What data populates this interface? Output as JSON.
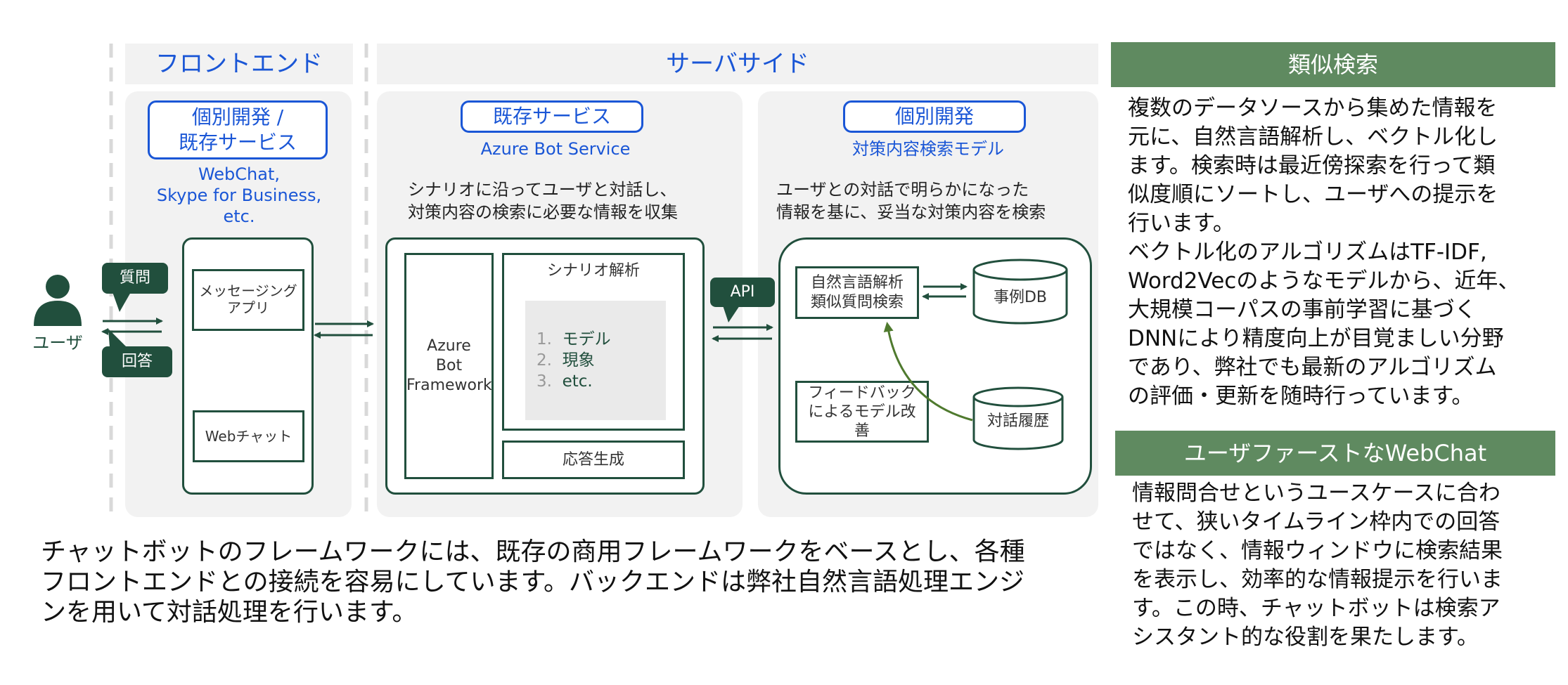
{
  "headers": {
    "frontend": "フロントエンド",
    "serverside": "サーバサイド"
  },
  "frontend": {
    "box_label": "個別開発 /\n既存サービス",
    "box_line1": "個別開発 /",
    "box_line2": "既存サービス",
    "products_line1": "WebChat,",
    "products_line2": "Skype for Business,",
    "products_line3": "etc.",
    "messaging_app_line1": "メッセージング",
    "messaging_app_line2": "アプリ",
    "webchat": "Webチャット"
  },
  "user": {
    "label": "ユーザ",
    "question": "質問",
    "answer": "回答"
  },
  "bot": {
    "box_label": "既存サービス",
    "service_name": "Azure Bot Service",
    "desc_line1": "シナリオに沿ってユーザと対話し、",
    "desc_line2": "対策内容の検索に必要な情報を収集",
    "framework_line1": "Azure",
    "framework_line2": "Bot",
    "framework_line3": "Framework",
    "scenario_title": "シナリオ解析",
    "scenario_items": [
      "モデル",
      "現象",
      "etc."
    ],
    "scenario_numbers": [
      "1.",
      "2.",
      "3."
    ],
    "response": "応答生成",
    "api": "API"
  },
  "search": {
    "box_label": "個別開発",
    "model_name": "対策内容検索モデル",
    "desc_line1": "ユーザとの対話で明らかになった",
    "desc_line2": "情報を基に、妥当な対策内容を検索",
    "nlp_line1": "自然言語解析",
    "nlp_line2": "類似質問検索",
    "case_db": "事例DB",
    "feedback_line1": "フィードバック",
    "feedback_line2": "によるモデル改",
    "feedback_line3": "善",
    "history": "対話履歴"
  },
  "bottom_text": {
    "line1": "チャットボットのフレームワークには、既存の商用フレームワークをベースとし、各種",
    "line2": "フロントエンドとの接続を容易にしています。バックエンドは弊社自然言語処理エンジ",
    "line3": "ンを用いて対話処理を行います。"
  },
  "right_panel": {
    "similar_title": "類似検索",
    "similar_lines": [
      "複数のデータソースから集めた情報を",
      "元に、自然言語解析し、ベクトル化し",
      "ます。検索時は最近傍探索を行って類",
      "似度順にソートし、ユーザへの提示を",
      "行います。",
      "ベクトル化のアルゴリズムはTF-IDF,",
      "Word2Vecのようなモデルから、近年、",
      "大規模コーパスの事前学習に基づく",
      "DNNにより精度向上が目覚ましい分野",
      "であり、弊社でも最新のアルゴリズム",
      "の評価・更新を随時行っています。"
    ],
    "webchat_title": "ユーザファーストなWebChat",
    "webchat_lines": [
      "情報問合せというユースケースに合わ",
      "せて、狭いタイムライン枠内での回答",
      "ではなく、情報ウィンドウに検索結果",
      "を表示し、効率的な情報提示を行いま",
      "す。この時、チャットボットは検索ア",
      "シスタント的な役割を果たします。"
    ]
  },
  "colors": {
    "green_dark": "#214f3d",
    "green_header": "#5f8a60",
    "blue": "#1a56d6",
    "panel_gray": "#f2f2f2",
    "arrow_green": "#4f7a2e"
  }
}
